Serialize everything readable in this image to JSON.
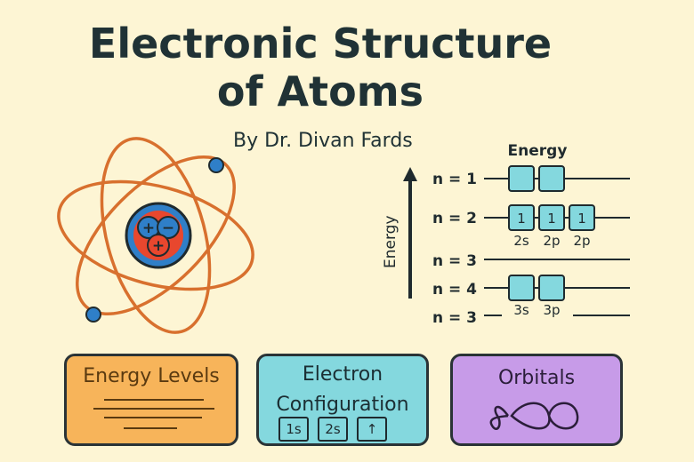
{
  "title_line1": "Electronic Structure",
  "title_line2": "of Atoms",
  "author": "By Dr. Divan Fards",
  "diagram": {
    "header": "Energy",
    "axis_label": "Energy",
    "rows": [
      {
        "label": "n = 1",
        "boxes": [
          "",
          ""
        ]
      },
      {
        "label": "n = 2",
        "boxes": [
          "1",
          "1",
          "1"
        ],
        "sublabels": [
          "2s",
          "2p",
          "2p"
        ]
      },
      {
        "label": "n = 3",
        "boxes": []
      },
      {
        "label": "n = 4",
        "boxes": [
          "",
          ""
        ]
      },
      {
        "label": "n = 3",
        "boxes": [],
        "sublabels": [
          "3s",
          "3p"
        ]
      }
    ]
  },
  "nucleus": {
    "p1": "+",
    "p2": "−",
    "p3": "+"
  },
  "cards": {
    "energy_levels": "Energy Levels",
    "config_line1": "Electron",
    "config_line2": "Configuration",
    "config_boxes": [
      "1s",
      "2s",
      "↑"
    ],
    "orbitals": "Orbitals"
  },
  "colors": {
    "background": "#fdf5d4",
    "orbit": "#d8702e",
    "electron": "#2f7fc8",
    "proton": "#e8472e",
    "box": "#84d8de"
  }
}
